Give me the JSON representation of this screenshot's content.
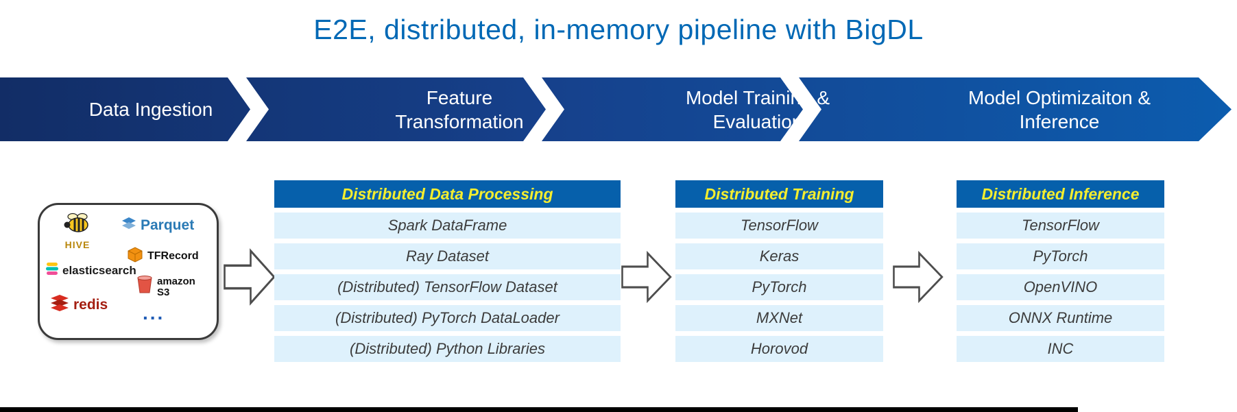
{
  "title": "E2E, distributed, in-memory pipeline with BigDL",
  "banner": {
    "stages": [
      {
        "label": "Data Ingestion"
      },
      {
        "label": "Feature Transformation"
      },
      {
        "label": "Model Training & Evaluation"
      },
      {
        "label": "Model Optimizaiton & Inference"
      }
    ]
  },
  "ingestion": {
    "logos": [
      {
        "id": "hive",
        "label": "HIVE"
      },
      {
        "id": "parquet",
        "label": "Parquet"
      },
      {
        "id": "elasticsearch",
        "label": "elasticsearch"
      },
      {
        "id": "tfrecord",
        "label": "TFRecord"
      },
      {
        "id": "redis",
        "label": "redis"
      },
      {
        "id": "amazon-s3",
        "label": "amazon",
        "sublabel": "S3"
      }
    ],
    "more": "..."
  },
  "tables": [
    {
      "header": "Distributed Data Processing",
      "rows": [
        "Spark DataFrame",
        "Ray Dataset",
        "(Distributed) TensorFlow Dataset",
        "(Distributed) PyTorch DataLoader",
        "(Distributed) Python Libraries"
      ]
    },
    {
      "header": "Distributed Training",
      "rows": [
        "TensorFlow",
        "Keras",
        "PyTorch",
        "MXNet",
        "Horovod"
      ]
    },
    {
      "header": "Distributed Inference",
      "rows": [
        "TensorFlow",
        "PyTorch",
        "OpenVINO",
        "ONNX Runtime",
        "INC"
      ]
    }
  ],
  "colors": {
    "title_blue": "#0068b5",
    "banner_dark": "#122d66",
    "banner_light": "#0c5cae",
    "table_header_bg": "#0660ab",
    "table_header_text": "#f5ee2e",
    "table_row_bg": "#def1fc"
  }
}
